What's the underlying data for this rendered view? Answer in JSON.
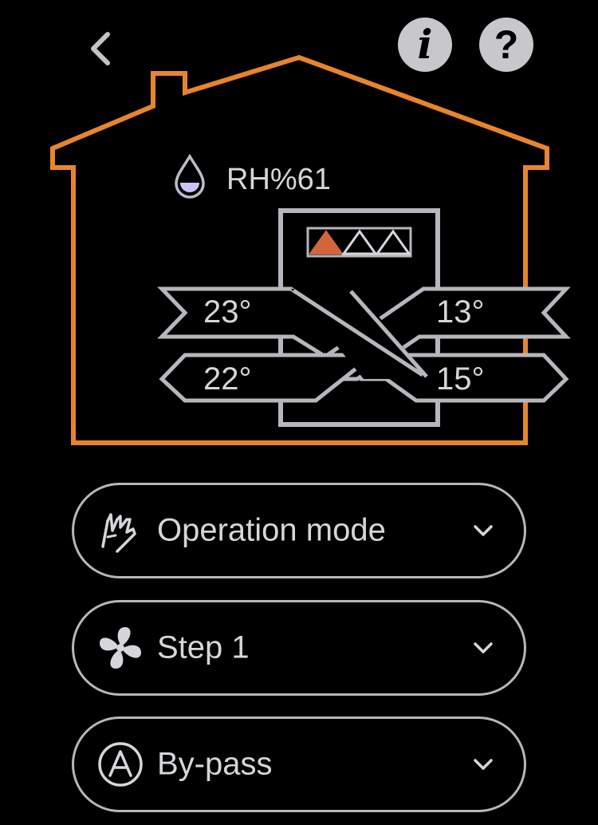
{
  "header": {
    "back_icon": "chevron-left-icon",
    "info_glyph": "i",
    "help_glyph": "?"
  },
  "house": {
    "outline_color": "#e8852c",
    "humidity": {
      "icon": "water-drop-icon",
      "label": "RH%61",
      "icon_color": "#c9c6f5"
    },
    "fan_level": {
      "steps_total": 3,
      "steps_active": 1,
      "active_color": "#d0663a"
    },
    "temperatures": {
      "top_left": "23°",
      "top_right": "13°",
      "bottom_left": "22°",
      "bottom_right": "15°"
    }
  },
  "controls": {
    "operation_mode": {
      "label": "Operation mode",
      "icon": "hand-pointer-icon"
    },
    "fan_step": {
      "label": "Step 1",
      "icon": "fan-icon"
    },
    "bypass": {
      "label": "By-pass",
      "icon": "a-circle-icon"
    }
  },
  "colors": {
    "background": "#000000",
    "line_grey": "#b6b6bc",
    "text": "#d6d6da"
  }
}
